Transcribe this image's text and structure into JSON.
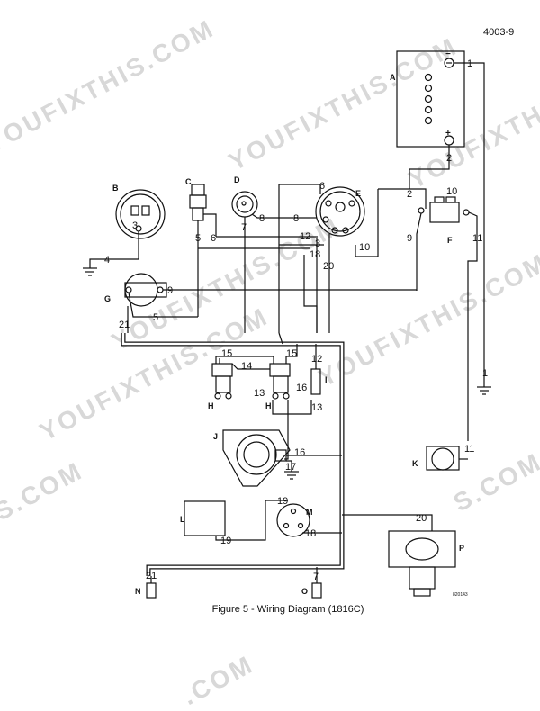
{
  "page_id": "4003-9",
  "caption": "Figure 5 - Wiring Diagram (1816C)",
  "drawing_code": "820143",
  "watermarks": [
    "YOUFIXTHIS.COM",
    "YOUFIXTHIS.COM",
    "YOUFIXTHIS.COM",
    "YOUFIXTHIS.COM",
    "YOUFIXTHIS.COM",
    "YOUFIXTHIS.COM",
    "S.COM",
    "S.COM",
    ".COM"
  ],
  "component_labels": {
    "A": "A",
    "B": "B",
    "C": "C",
    "D": "D",
    "E": "E",
    "F": "F",
    "G": "G",
    "H1": "H",
    "H2": "H",
    "I": "I",
    "J": "J",
    "K": "K",
    "L": "L",
    "M": "M",
    "N": "N",
    "O": "O",
    "P": "P"
  },
  "battery_terminals": {
    "neg": "−",
    "pos": "+"
  },
  "wire_numbers": {
    "w1a": "1",
    "w1b": "1",
    "w2a": "2",
    "w2b": "2",
    "w4": "4",
    "w5a": "5",
    "w5b": "5",
    "w6a": "6",
    "w6b": "6",
    "w7a": "7",
    "w7b": "7",
    "w8a": "8",
    "w8b": "8",
    "w9a": "9",
    "w9b": "9",
    "w10a": "10",
    "w10b": "10",
    "w11a": "11",
    "w11b": "11",
    "w12a": "12",
    "w12b": "12",
    "w13a": "13",
    "w13b": "13",
    "w14": "14",
    "w15a": "15",
    "w15b": "15",
    "w16a": "16",
    "w16b": "16",
    "w17": "17",
    "w18a": "18",
    "w18b": "18",
    "w19a": "19",
    "w19b": "19",
    "w20a": "20",
    "w20b": "20",
    "w21a": "21",
    "w21b": "21",
    "w3a": "3",
    "w3b": "3"
  }
}
